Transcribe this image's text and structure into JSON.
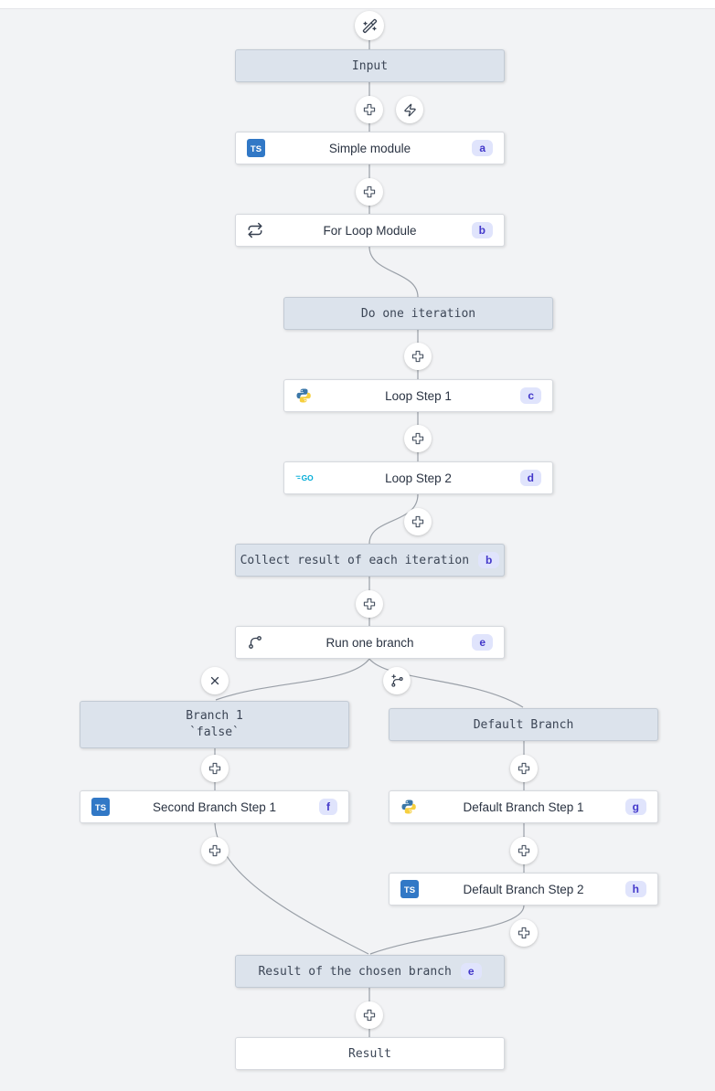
{
  "app": {
    "view": "flow-graph-editor"
  },
  "colors": {
    "canvas_bg": "#f2f3f5",
    "step_box_bg": "#dce3ec",
    "step_box_border": "#c2cad4",
    "badge_bg": "#e0e4fc",
    "badge_text": "#4338ca",
    "typescript_blue": "#3178c6",
    "go_cyan": "#00ACD7",
    "python_blue": "#3b77a8",
    "python_yellow": "#f6cf3f",
    "wire_gray": "#9aa0a8"
  },
  "nodes": {
    "input": {
      "label": "Input"
    },
    "simple_module": {
      "label": "Simple module",
      "badge": "a",
      "language": "typescript"
    },
    "for_loop_module": {
      "label": "For Loop Module",
      "badge": "b"
    },
    "do_one_iteration": {
      "label": "Do one iteration"
    },
    "loop_step_1": {
      "label": "Loop Step 1",
      "badge": "c",
      "language": "python"
    },
    "loop_step_2": {
      "label": "Loop Step 2",
      "badge": "d",
      "language": "go"
    },
    "collect_result": {
      "label": "Collect result of each iteration",
      "badge": "b"
    },
    "run_one_branch": {
      "label": "Run one branch",
      "badge": "e"
    },
    "branch_1": {
      "label": "Branch 1",
      "condition": "`false`"
    },
    "default_branch": {
      "label": "Default Branch"
    },
    "second_branch_step_1": {
      "label": "Second Branch Step 1",
      "badge": "f",
      "language": "typescript"
    },
    "default_branch_step_1": {
      "label": "Default Branch Step 1",
      "badge": "g",
      "language": "python"
    },
    "default_branch_step_2": {
      "label": "Default Branch Step 2",
      "badge": "h",
      "language": "typescript"
    },
    "result_of_chosen_branch": {
      "label": "Result of the chosen branch",
      "badge": "e"
    },
    "result": {
      "label": "Result"
    }
  },
  "icons": {
    "ts_label": "TS",
    "go_label": "GO",
    "wand": "ai-wand-sparkles",
    "plus": "add-step-cross",
    "bolt": "trigger-lightning",
    "x": "remove-branch-x",
    "branch_add": "add-branch",
    "repeat": "for-loop-repeat",
    "branch_one": "run-one-branch-split"
  }
}
